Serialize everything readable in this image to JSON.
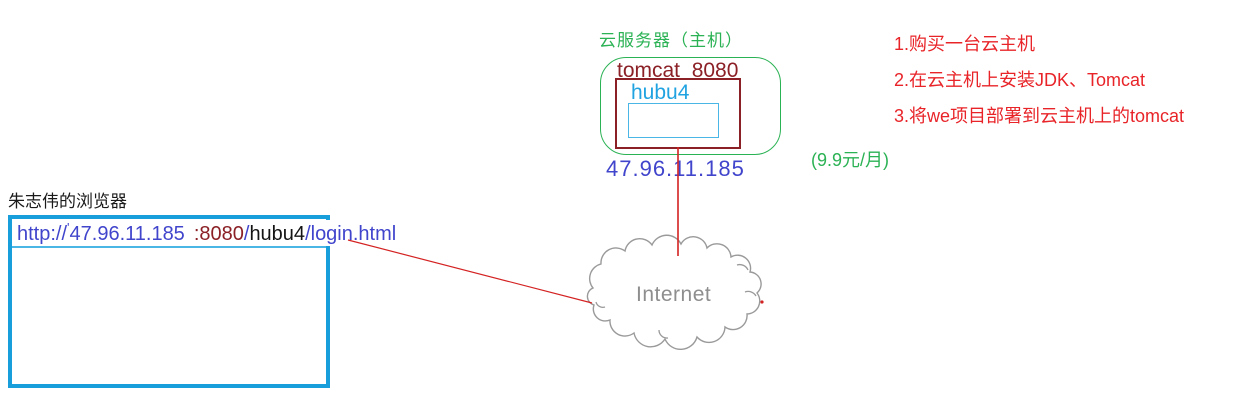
{
  "server": {
    "title": "云服务器（主机）",
    "tomcat_label": "tomcat  8080",
    "app_label": "hubu4",
    "ip": "47.96.11.185"
  },
  "deploy_steps": [
    "1.购买一台云主机",
    "2.在云主机上安装JDK、Tomcat",
    "3.将we项目部署到云主机上的tomcat"
  ],
  "price": "(9.9元/月)",
  "browser": {
    "title": "朱志伟的浏览器",
    "url": {
      "protocol": "http://",
      "tick": "'",
      "host": "47.96.11.185",
      "port": ":8080",
      "slash": "/",
      "app": "hubu4",
      "path": "/login.html"
    }
  },
  "internet_label": "Internet",
  "colors": {
    "green": "#2bb254",
    "note_red": "#e82429",
    "maroon": "#8b2026",
    "blue": "#4145cc",
    "browser_border_azure": "#189fdb",
    "light_cyan": "#4ab6e6",
    "webapp_cyan": "#21a3e1",
    "connector_red": "#d42222",
    "cloud_outline_gray": "#9a9a9a",
    "cloud_text_gray": "#8e8e8e"
  }
}
